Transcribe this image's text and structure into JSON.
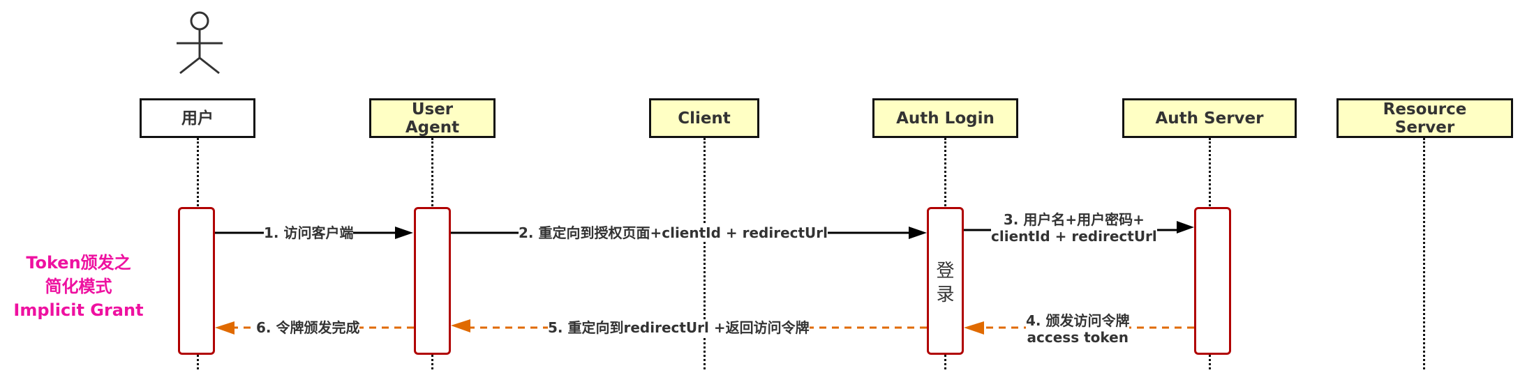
{
  "diagram": {
    "type": "sequence-diagram",
    "title_lines": [
      "Token颁发之",
      "简化模式",
      "Implicit Grant"
    ],
    "colors": {
      "participant_fill": "#ffffc4",
      "actor_box_fill": "#ffffff",
      "activation_border": "#b00000",
      "request_arrow": "#000000",
      "response_arrow": "#e06a00",
      "title_note": "#ee11a0",
      "text": "#333333"
    },
    "participants": [
      {
        "id": "user",
        "label": "用户",
        "kind": "actor"
      },
      {
        "id": "user_agent",
        "label": "User Agent",
        "kind": "participant"
      },
      {
        "id": "client",
        "label": "Client",
        "kind": "participant"
      },
      {
        "id": "auth_login",
        "label": "Auth Login",
        "kind": "participant"
      },
      {
        "id": "auth_server",
        "label": "Auth Server",
        "kind": "participant"
      },
      {
        "id": "resource_server",
        "label": "Resource Server",
        "kind": "participant"
      }
    ],
    "activation_note": "登录",
    "messages": [
      {
        "step": 1,
        "from": "user",
        "to": "user_agent",
        "label": "1. 访问客户端",
        "style": "solid"
      },
      {
        "step": 2,
        "from": "user_agent",
        "to": "auth_login",
        "label": "2. 重定向到授权页面+clientId + redirectUrl",
        "style": "solid"
      },
      {
        "step": 3,
        "from": "auth_login",
        "to": "auth_server",
        "label_lines": [
          "3. 用户名+用户密码+",
          "clientId + redirectUrl"
        ],
        "style": "solid"
      },
      {
        "step": 4,
        "from": "auth_server",
        "to": "auth_login",
        "label_lines": [
          "4. 颁发访问令牌",
          "access token"
        ],
        "style": "dashed"
      },
      {
        "step": 5,
        "from": "auth_login",
        "to": "user_agent",
        "label": "5. 重定向到redirectUrl +返回访问令牌",
        "style": "dashed"
      },
      {
        "step": 6,
        "from": "user_agent",
        "to": "user",
        "label": "6. 令牌颁发完成",
        "style": "dashed"
      }
    ]
  }
}
